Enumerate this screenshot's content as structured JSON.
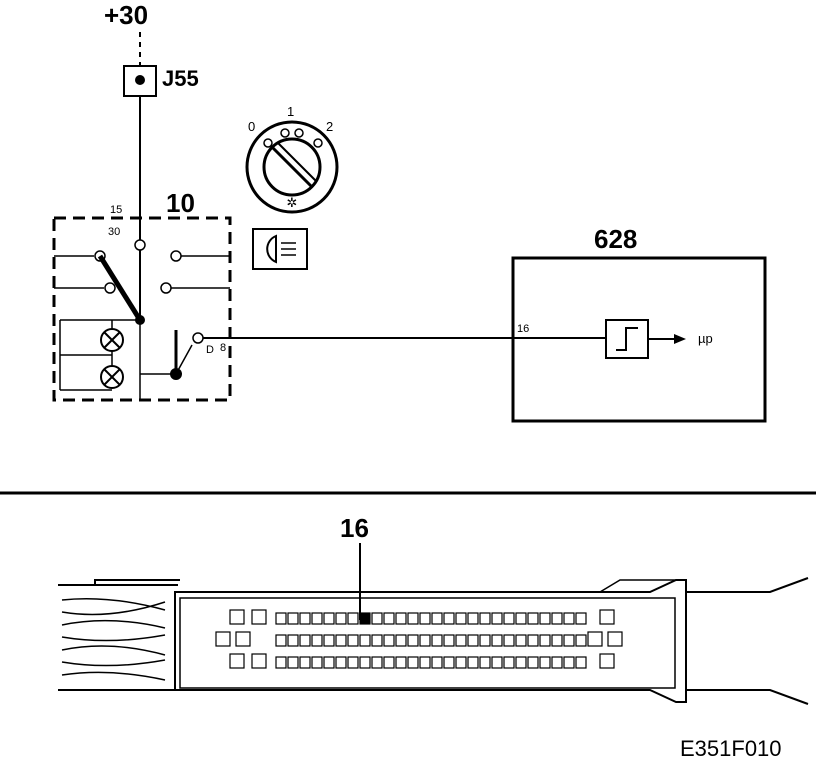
{
  "labels": {
    "supply": "+30",
    "fuse": "J55",
    "switch": "10",
    "pin15": "15",
    "pin30": "30",
    "ecu": "628",
    "pinIn": "16",
    "micro": "µp",
    "pinD": "D",
    "pin8": "8",
    "pos0": "0",
    "pos1": "1",
    "pos2": "2",
    "connectorPin": "16",
    "figureId": "E351F010"
  }
}
